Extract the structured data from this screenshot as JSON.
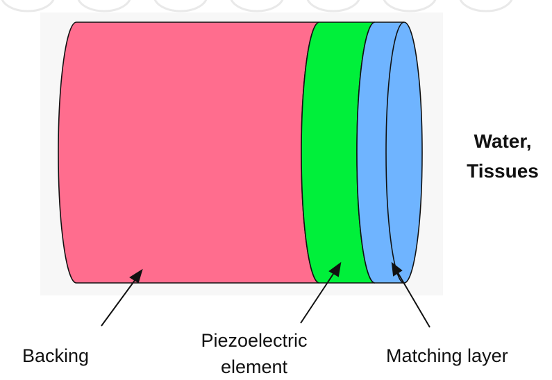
{
  "labels": {
    "backing": "Backing",
    "piezo_line1": "Piezoelectric",
    "piezo_line2": "element",
    "matching": "Matching layer",
    "medium_line1": "Water,",
    "medium_line2": "Tissues"
  },
  "colors": {
    "backing": "#FF6D8E",
    "piezo": "#00F03A",
    "matching": "#6FB4FF",
    "outline": "#111111",
    "watermark": "#E8E8E8"
  }
}
